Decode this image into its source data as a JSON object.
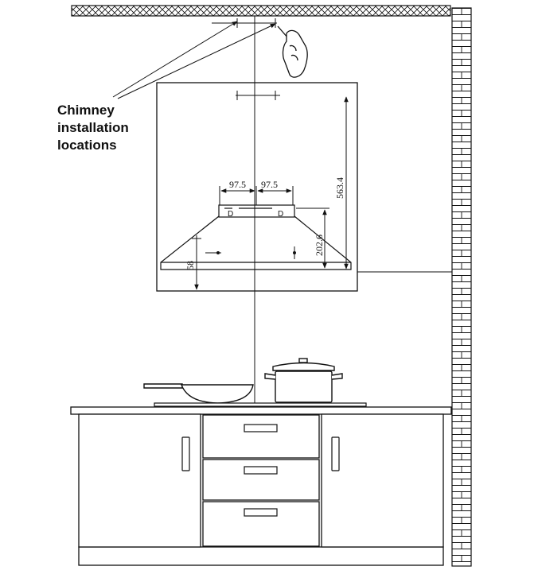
{
  "callout": {
    "line1": "Chimney",
    "line2": "installation",
    "line3": "locations"
  },
  "dimensions": {
    "left_spacing": "97.5",
    "right_spacing": "97.5",
    "total_height": "563.4",
    "hood_height": "202.6",
    "lower_height": "58"
  }
}
